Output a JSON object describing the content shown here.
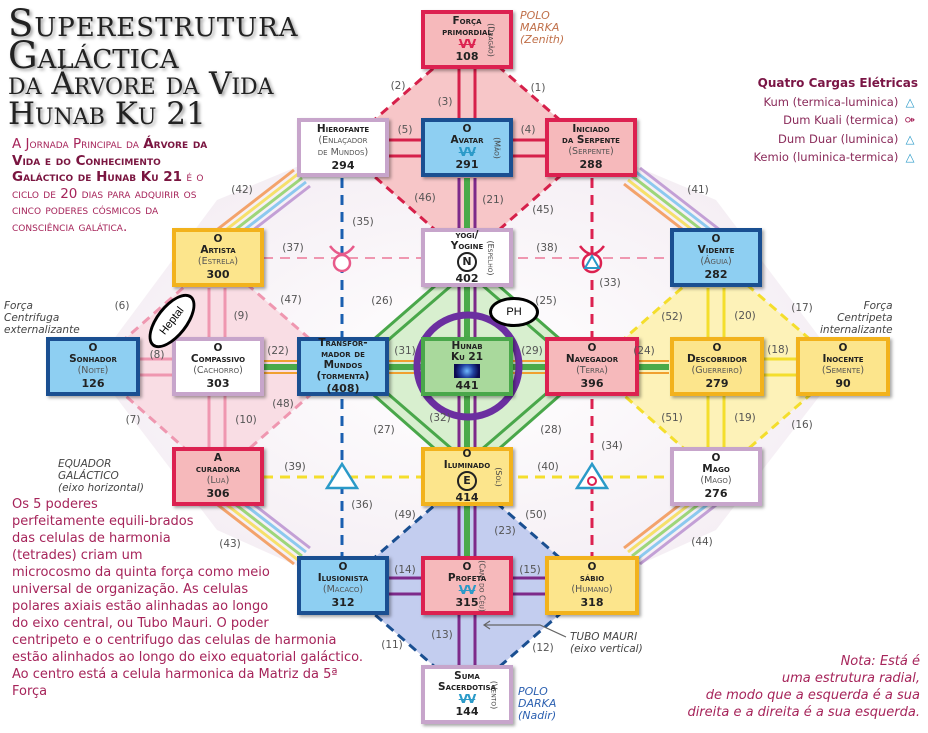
{
  "title": {
    "line1": "Superestrutura",
    "line2": "Galáctica",
    "line3": "da Árvore da Vida",
    "line4": "Hunab Ku 21"
  },
  "intro": {
    "part1": "A Jornada Principal da ",
    "part2": "Árvore da Vida e do Conhecimento Galáctico de Hunab Ku 21",
    "part3": " é o ciclo de 20 dias para adquirir os cinco poderes cósmicos da consciência galática."
  },
  "legend": {
    "heading": "Quatro Cargas Elétricas",
    "items": [
      {
        "label": "Kum (termica-luminica)",
        "icon": "kum-icon"
      },
      {
        "label": "Dum Kuali (termica)",
        "icon": "dum-kuali-icon"
      },
      {
        "label": "Dum Duar (luminica)",
        "icon": "dum-duar-icon"
      },
      {
        "label": "Kemio (luminica-termica)",
        "icon": "kemio-icon"
      }
    ]
  },
  "colors": {
    "pink": "#f6b9bb",
    "blue": "#8ecff2",
    "yellow": "#fce58c",
    "green": "#a9d99c",
    "purple_circle": "#6b2fa0",
    "text": "#a6245a"
  },
  "nodes": [
    {
      "id": "forca-primordial",
      "title": "Força\nprimordial",
      "subtitle": "",
      "number": "108",
      "side": "(Dragão)",
      "glyph": "VV",
      "color": "pink"
    },
    {
      "id": "hierofante",
      "title": "Hierofante",
      "subtitle": "(Enlaçador\nde Mundos)",
      "number": "294",
      "side": "",
      "color": "white"
    },
    {
      "id": "avatar",
      "title": "O\nAvatar",
      "subtitle": "",
      "number": "291",
      "side": "(Mão)",
      "glyph": "VV",
      "color": "blue"
    },
    {
      "id": "iniciado-serpente",
      "title": "Iniciado\nda Serpente",
      "subtitle": "(Serpente)",
      "number": "288",
      "side": "",
      "color": "pink"
    },
    {
      "id": "artista",
      "title": "O\nArtista",
      "subtitle": "(Estrela)",
      "number": "300",
      "side": "",
      "color": "yellow"
    },
    {
      "id": "yogi-yogine",
      "title": "yogi/\nYogine",
      "subtitle": "",
      "number": "402",
      "side": "(Espelho)",
      "circle": "N",
      "color": "white"
    },
    {
      "id": "vidente",
      "title": "O\nVidente",
      "subtitle": "(Águia)",
      "number": "282",
      "side": "",
      "color": "blue"
    },
    {
      "id": "sonhador",
      "title": "O\nSonhador",
      "subtitle": "(Noite)",
      "number": "126",
      "side": "",
      "color": "blue"
    },
    {
      "id": "compassivo",
      "title": "O\nCompassivo",
      "subtitle": "(Cachorro)",
      "number": "303",
      "side": "",
      "color": "white"
    },
    {
      "id": "transformador",
      "title": "Transfor-\nmador de\nMundos\n(tormenta)",
      "subtitle": "",
      "number": "(408)",
      "side": "",
      "color": "blue"
    },
    {
      "id": "hunab-ku",
      "title": "Hunab\nKu       21",
      "subtitle": "",
      "number": "441",
      "side": "",
      "color": "green",
      "image": true
    },
    {
      "id": "navegador",
      "title": "O\nNavegador",
      "subtitle": "(Terra)",
      "number": "396",
      "side": "",
      "color": "pink"
    },
    {
      "id": "descobridor",
      "title": "O\nDescobridor",
      "subtitle": "(Guerreiro)",
      "number": "279",
      "side": "",
      "color": "yellow"
    },
    {
      "id": "inocente",
      "title": "O\nInocente",
      "subtitle": "(Semente)",
      "number": "90",
      "side": "",
      "color": "yellow"
    },
    {
      "id": "curadora",
      "title": "A\ncuradora",
      "subtitle": "(Lua)",
      "number": "306",
      "side": "",
      "color": "pink"
    },
    {
      "id": "iluminado",
      "title": "O\nIluminado",
      "subtitle": "",
      "number": "414",
      "side": "(Sol)",
      "circle": "E",
      "color": "yellow"
    },
    {
      "id": "mago",
      "title": "O\nMago",
      "subtitle": "(Mago)",
      "number": "276",
      "side": "",
      "color": "white"
    },
    {
      "id": "ilusionista",
      "title": "O\nIlusionista",
      "subtitle": "(Macaco)",
      "number": "312",
      "side": "",
      "color": "blue"
    },
    {
      "id": "profeta",
      "title": "O\nProfeta",
      "subtitle": "",
      "number": "315",
      "side": "(Cam. do Céu)",
      "glyph": "VV",
      "color": "pink"
    },
    {
      "id": "sabio",
      "title": "O\nsábio",
      "subtitle": "(Humano)",
      "number": "318",
      "side": "",
      "color": "yellow"
    },
    {
      "id": "suma-sacerdotisa",
      "title": "Suma\nSacerdotisa",
      "subtitle": "",
      "number": "144",
      "side": "(Vento)",
      "glyph": "VV",
      "color": "white"
    }
  ],
  "connections": [
    "(1)",
    "(2)",
    "(3)",
    "(4)",
    "(5)",
    "(6)",
    "(7)",
    "(8)",
    "(9)",
    "(10)",
    "(11)",
    "(12)",
    "(13)",
    "(14)",
    "(15)",
    "(16)",
    "(17)",
    "(18)",
    "(19)",
    "(20)",
    "(21)",
    "(22)",
    "(23)",
    "(24)",
    "(25)",
    "(26)",
    "(27)",
    "(28)",
    "(29)",
    "(31)",
    "(32)",
    "(33)",
    "(34)",
    "(35)",
    "(36)",
    "(37)",
    "(38)",
    "(39)",
    "(40)",
    "(41)",
    "(42)",
    "(43)",
    "(44)",
    "(45)",
    "(46)",
    "(47)",
    "(48)",
    "(49)",
    "(50)",
    "(51)",
    "(52)"
  ],
  "annotations": {
    "polo_marka": "POLO\nMARKA\n(Zenith)",
    "polo_darka": "POLO\nDARKA\n(Nadir)",
    "forca_centrifuga": "Força\nCentrifuga\nexternalizante",
    "forca_centripeta": "Força\nCentripeta\ninternalizante",
    "equador": "EQUADOR\nGALÁCTICO\n(eixo horizontal)",
    "tubo_mauri": "TUBO MAURI\n(eixo vertical)"
  },
  "bubbles": {
    "heptal": "Heptal",
    "ph": "PH"
  },
  "paragraph": "Os 5 poderes perfeitamente equili-brados das celulas de harmonia (tetrades) criam um microcosmo da quinta força como meio universal de organização. As celulas polares axiais estão alinhadas ao longo do eixo central, ou Tubo Mauri. O poder centripeto e o centrifugo das celulas de harmonia estão alinhados ao longo do eixo equatorial galáctico. Ao centro está a celula harmonica da Matriz da 5ª Força",
  "nota": "Nota: Está é\numa estrutura radial,\nde modo que a esquerda é a sua\ndireita e a direita é a sua esquerda."
}
